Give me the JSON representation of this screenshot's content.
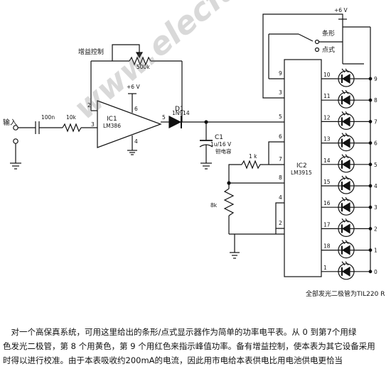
{
  "labels": {
    "input": "输入",
    "gain_control": "增益控制",
    "pot_value": "500k",
    "cap_in": "100n",
    "r_in": "10k",
    "vcc_amp": "+6 V",
    "ic1_name": "IC1",
    "ic1_part": "LM386",
    "d1_name": "D1",
    "d1_part": "1N914",
    "c1_name": "C1",
    "c1_value": "1u/16 V",
    "c1_type": "钽电容",
    "vcc_top": "+6 V",
    "mode_bar": "条形",
    "mode_dot": "点式",
    "r_1k": "1 k",
    "r_8k": "8k",
    "ic2_name": "IC2",
    "ic2_part": "LM3915",
    "led_note": "全部发光二极管为TIL220 R",
    "watermark": "www.elecfans.com"
  },
  "ic1_pins": [
    "2",
    "3",
    "6",
    "5",
    "4"
  ],
  "ic2_left_pins": [
    "9",
    "3",
    "5",
    "6",
    "7",
    "8",
    "4",
    "2"
  ],
  "ic2_right_pins": [
    "10",
    "11",
    "12",
    "13",
    "14",
    "15",
    "16",
    "17",
    "18",
    "1"
  ],
  "led_numbers": [
    "9",
    "8",
    "7",
    "6",
    "5",
    "4",
    "3",
    "2",
    "1",
    "0"
  ],
  "caption": [
    "　对一个高保真系统，可用这里给出的条形/点式显示器作为简单的功率电平表。从 0 到第7个用绿",
    "色发光二极管，第 8 个用黄色，第 9 个用红色来指示峰值功率。备有增益控制，使本表为其它设备采用",
    "时得以进行校准。由于本表吸收约200mA的电流，因此用市电给本表供电比用电池供电更恰当"
  ]
}
